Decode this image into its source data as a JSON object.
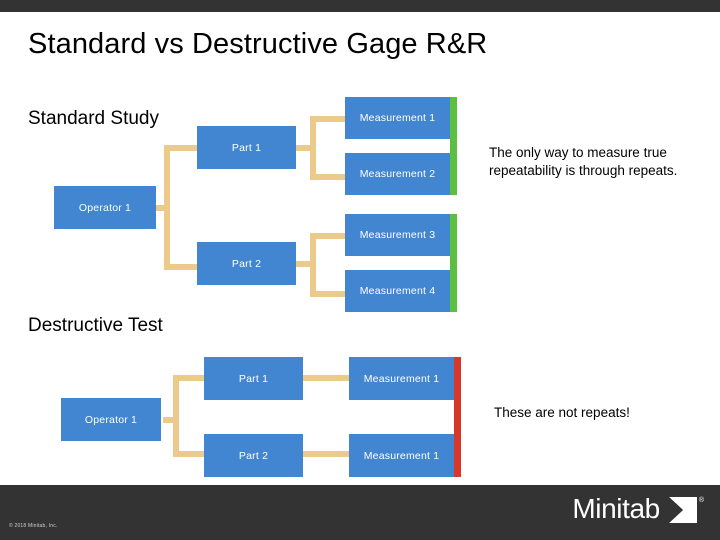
{
  "slide": {
    "title": "Standard vs Destructive Gage R&R",
    "sections": {
      "standard": {
        "label": "Standard Study",
        "callout": "The only way to measure true repeatability is through repeats.",
        "group_bar_color": "#5cbf42",
        "nodes": {
          "operator": "Operator 1",
          "part1": "Part 1",
          "part2": "Part 2",
          "measurement1": "Measurement 1",
          "measurement2": "Measurement 2",
          "measurement3": "Measurement 3",
          "measurement4": "Measurement 4"
        }
      },
      "destructive": {
        "label": "Destructive Test",
        "callout": "These are not repeats!",
        "group_bar_color": "#d8382a",
        "nodes": {
          "operator": "Operator 1",
          "part1": "Part 1",
          "part2": "Part 2",
          "measurement1": "Measurement 1",
          "measurement2": "Measurement 1"
        }
      }
    }
  },
  "footer": {
    "copyright": "© 2018 Minitab, Inc.",
    "logo_word": "Minitab",
    "logo_registered": "®",
    "logo_mark_icon": "minitab-arrow-icon"
  },
  "colors": {
    "node_blue": "#4285d0",
    "connector_tan": "#ecca8c",
    "group_green": "#5cbf42",
    "group_red": "#d8382a",
    "chrome_dark": "#333333"
  }
}
